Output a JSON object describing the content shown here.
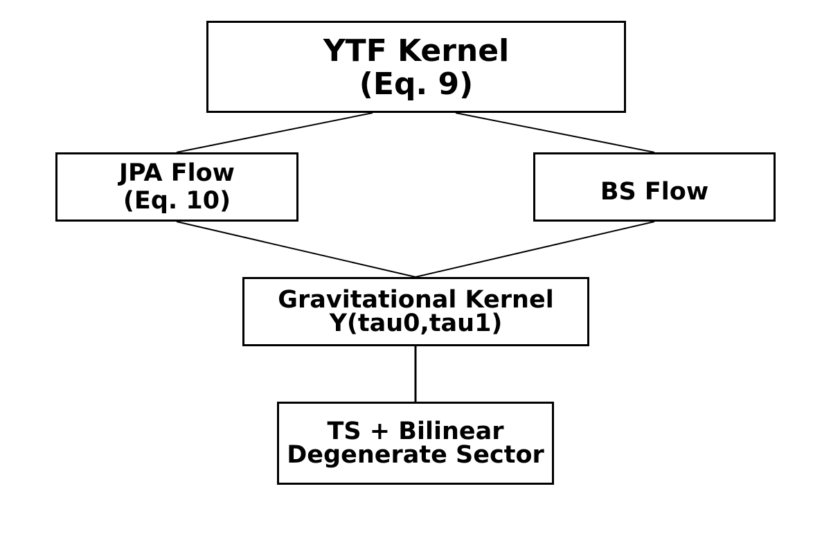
{
  "diagram": {
    "nodes": {
      "ytf": {
        "line1": "YTF Kernel",
        "line2": "(Eq. 9)"
      },
      "jpa": {
        "line1": "JPA Flow",
        "line2": "(Eq. 10)"
      },
      "bs": {
        "line1": "BS Flow"
      },
      "grav": {
        "line1": "Gravitational Kernel",
        "line2": "Y(tau0,tau1)"
      },
      "ts": {
        "line1": "TS + Bilinear",
        "line2": "Degenerate Sector"
      }
    },
    "edges": [
      {
        "from": "ytf",
        "to": "jpa"
      },
      {
        "from": "ytf",
        "to": "bs"
      },
      {
        "from": "jpa",
        "to": "grav"
      },
      {
        "from": "bs",
        "to": "grav"
      },
      {
        "from": "grav",
        "to": "ts"
      }
    ],
    "colors": {
      "stroke": "#000000",
      "fill": "#ffffff",
      "text": "#000000"
    }
  }
}
